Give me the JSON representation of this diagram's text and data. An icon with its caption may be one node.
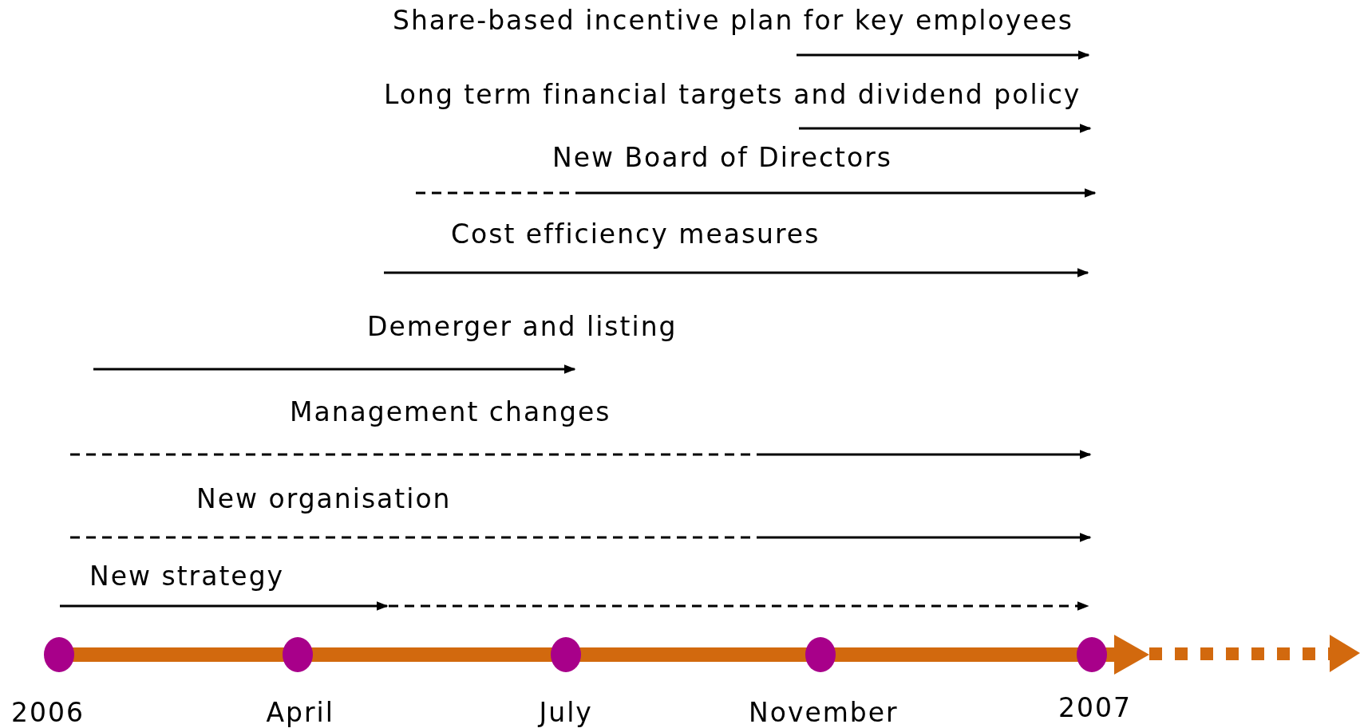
{
  "diagram": {
    "labels": [
      "Share-based incentive plan for key employees",
      "Long term financial targets and dividend policy",
      "New Board of Directors",
      "Cost efficiency measures",
      "Demerger and listing",
      "Management changes",
      "New organisation",
      "New strategy",
      "2006",
      "April",
      "July",
      "November",
      "2007"
    ]
  }
}
